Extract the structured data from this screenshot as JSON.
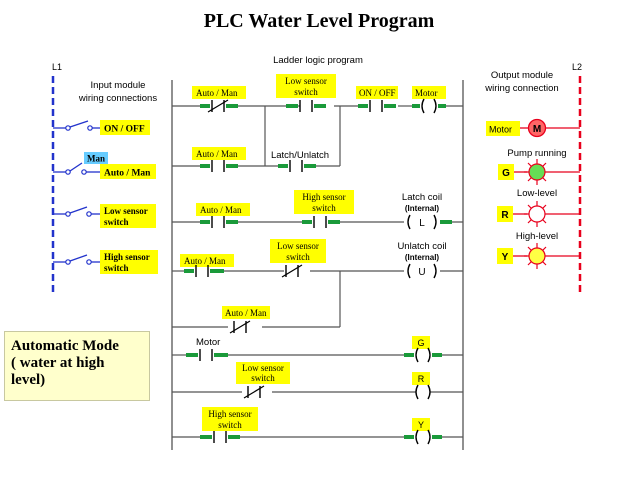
{
  "title": "PLC Water Level Program",
  "header": {
    "rail_left": "L1",
    "rail_right": "L2",
    "ladder_title": "Ladder logic program",
    "input_title": [
      "Input module",
      "wiring connections"
    ],
    "output_title": [
      "Output module",
      "wiring connection"
    ]
  },
  "inputs": {
    "on_off": "ON / OFF",
    "man": "Man",
    "auto_man": "Auto / Man",
    "low_sensor": [
      "Low sensor",
      "switch"
    ],
    "high_sensor": [
      "High sensor",
      "switch"
    ]
  },
  "outputs": {
    "motor": "Motor",
    "motor_symbol": "M",
    "pump_running": "Pump running",
    "g": "G",
    "low_level": "Low-level",
    "r": "R",
    "high_level": "High-level",
    "y": "Y"
  },
  "ladder": {
    "auto_man": "Auto / Man",
    "low_sensor": [
      "Low sensor",
      "switch"
    ],
    "on_off": "ON / OFF",
    "motor": "Motor",
    "latch_unlatch": "Latch/Unlatch",
    "high_sensor": [
      "High sensor",
      "switch"
    ],
    "latch_coil": [
      "Latch coil",
      "(Internal)"
    ],
    "latch_symbol": "L",
    "unlatch_coil": [
      "Unlatch coil",
      "(Internal)"
    ],
    "unlatch_symbol": "U",
    "g": "G",
    "r": "R",
    "y": "Y"
  },
  "note": [
    "Automatic Mode",
    "( water at high",
    "level)"
  ],
  "colors": {
    "rail_blue": "#2233cc",
    "rail_red": "#e8001c",
    "contact_green": "#1a9a3a",
    "label_yellow": "#ffff00",
    "lamp_green": "#66dd55",
    "lamp_yellow": "#ffff44",
    "wire_gray": "#555555"
  }
}
